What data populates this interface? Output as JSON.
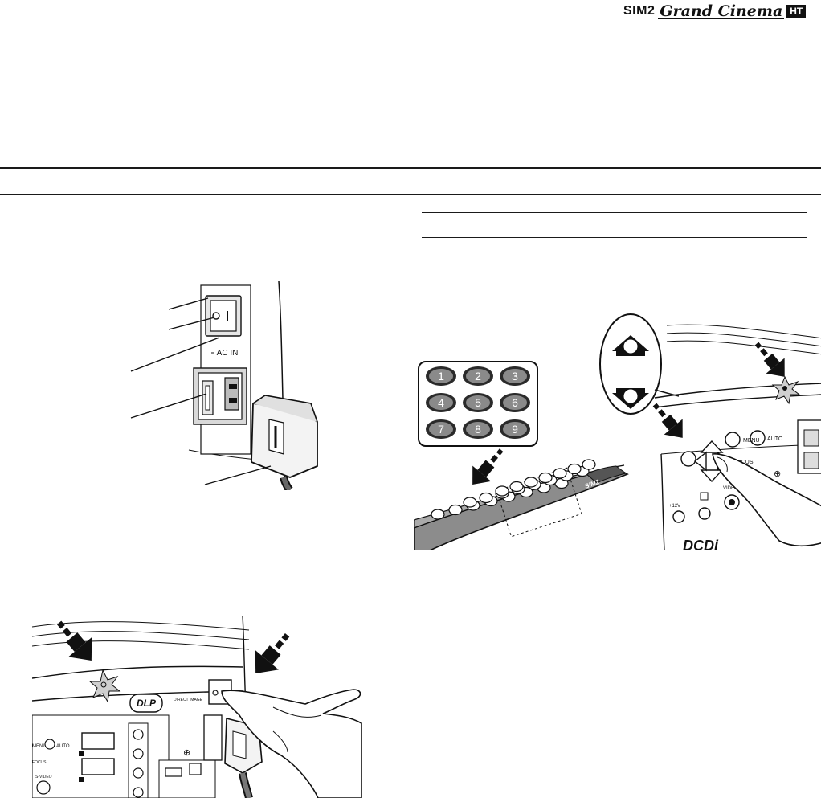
{
  "header": {
    "logo_brand": "SIM2",
    "logo_script": "Grand Cinema",
    "logo_badge": "HT"
  },
  "figure1": {
    "panel_label": "AC IN"
  },
  "figure2": {
    "keypad_keys": [
      "1",
      "2",
      "3",
      "4",
      "5",
      "6",
      "7",
      "8",
      "9"
    ],
    "remote_logo": "SIM2",
    "panel_labels": {
      "menu": "MENU",
      "auto": "AUTO",
      "focus": "FOCUS",
      "video": "VIDEO",
      "volt": "+12V",
      "dcdi": "DCDi"
    }
  },
  "figure3": {
    "dlp": "DLP",
    "menu": "MENU",
    "auto": "AUTO",
    "focus": "FOCUS",
    "svideo": "S-VIDEO"
  }
}
